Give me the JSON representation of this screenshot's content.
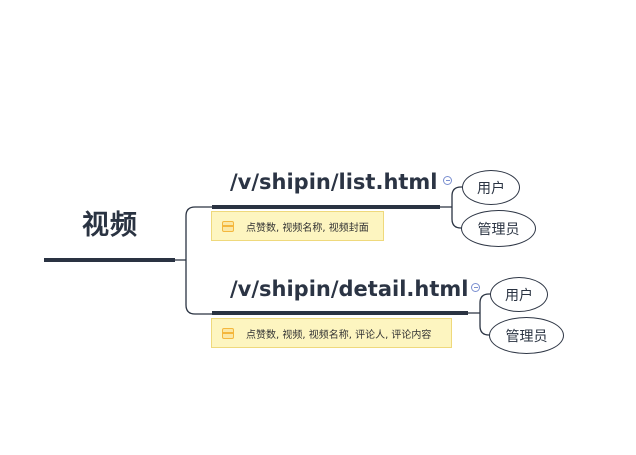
{
  "mindmap": {
    "root": {
      "label": "视频"
    },
    "branches": [
      {
        "path": "/v/shipin/list.html",
        "note": "点赞数, 视频名称, 视频封面",
        "roles": [
          "用户",
          "管理员"
        ]
      },
      {
        "path": "/v/shipin/detail.html",
        "note": "点赞数, 视频, 视频名称, 评论人, 评论内容",
        "roles": [
          "用户",
          "管理员"
        ]
      }
    ]
  },
  "colors": {
    "line": "#2a3342",
    "note_bg": "#fdf5c0",
    "note_border": "#efd97c",
    "note_icon": "#f4b73d",
    "collapse_icon": "#7a8fd0"
  },
  "icons": {
    "note": "note-icon",
    "collapse": "collapse-minus-icon"
  }
}
